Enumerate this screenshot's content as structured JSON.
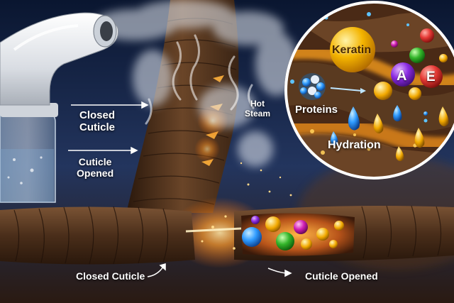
{
  "labels": {
    "closed_top": "Closed\nCuticle",
    "opened_left": "Cuticle\nOpened",
    "hot_steam": "Hot\nSteam",
    "closed_bottom": "Closed Cuticle",
    "opened_bottom": "Cuticle Opened",
    "keratin": "Keratin",
    "proteins": "Proteins",
    "hydration": "Hydration",
    "vitamin_a": "A",
    "vitamin_e": "E"
  },
  "colors": {
    "background_top": "#0a1630",
    "background_mid": "#23355e",
    "glow": "#ff9a2a",
    "hair": "#5a3a24",
    "keratin": "#f4b400",
    "vitamin_a": "#8a2be2",
    "vitamin_e": "#e53935",
    "hydration_drop": "#2f9bff",
    "oil_drop": "#f2a900",
    "steamer_body": "#e8eaee"
  }
}
